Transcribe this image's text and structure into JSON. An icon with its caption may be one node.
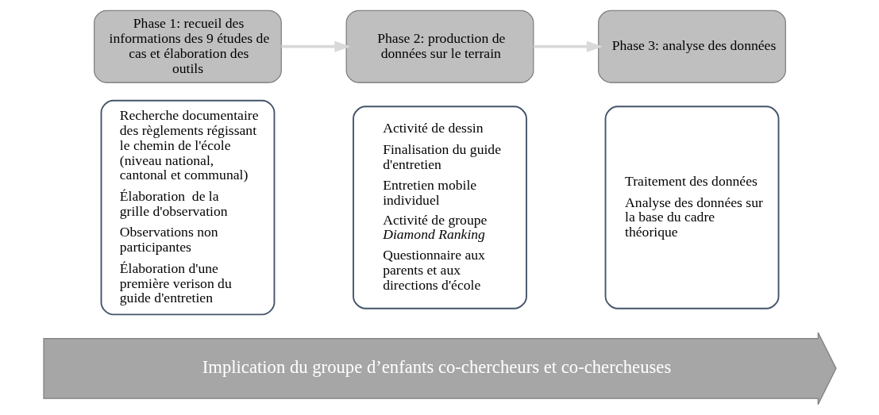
{
  "diagram": {
    "nodes": [
      {
        "text": [
          "Phase 1: recueil des informations des 9 études de cas et élaboration des outils"
        ]
      },
      {
        "text": [
          "Recherche documentaire des règlements régissant le chemin de l'école (niveau national, cantonal et communal)",
          "Élaboration  de la grille d'observation",
          "Observations non participantes",
          "Élaboration d'une première verison du guide d'entretien"
        ]
      },
      {
        "text": [
          "Phase 2: production de données sur le terrain"
        ]
      },
      {
        "text": [
          "Activité de dessin",
          "Finalisation du guide d'entretien",
          "Entretien mobile individuel",
          "Activité de groupe *Diamond Ranking*",
          "Questionnaire aux parents et aux directions d'école"
        ]
      },
      {
        "text": [
          "Phase 3: analyse des données"
        ]
      },
      {
        "text": [
          "Traitement des données",
          "Analyse des données sur la base du cadre théorique"
        ]
      },
      {
        "text": [
          "Implication du groupe d’enfants co-chercheurs et co-chercheuses"
        ]
      }
    ],
    "edges": [
      {
        "from": 0,
        "to": 2,
        "arrow": "to"
      },
      {
        "from": 2,
        "to": 4,
        "arrow": "to"
      }
    ]
  }
}
